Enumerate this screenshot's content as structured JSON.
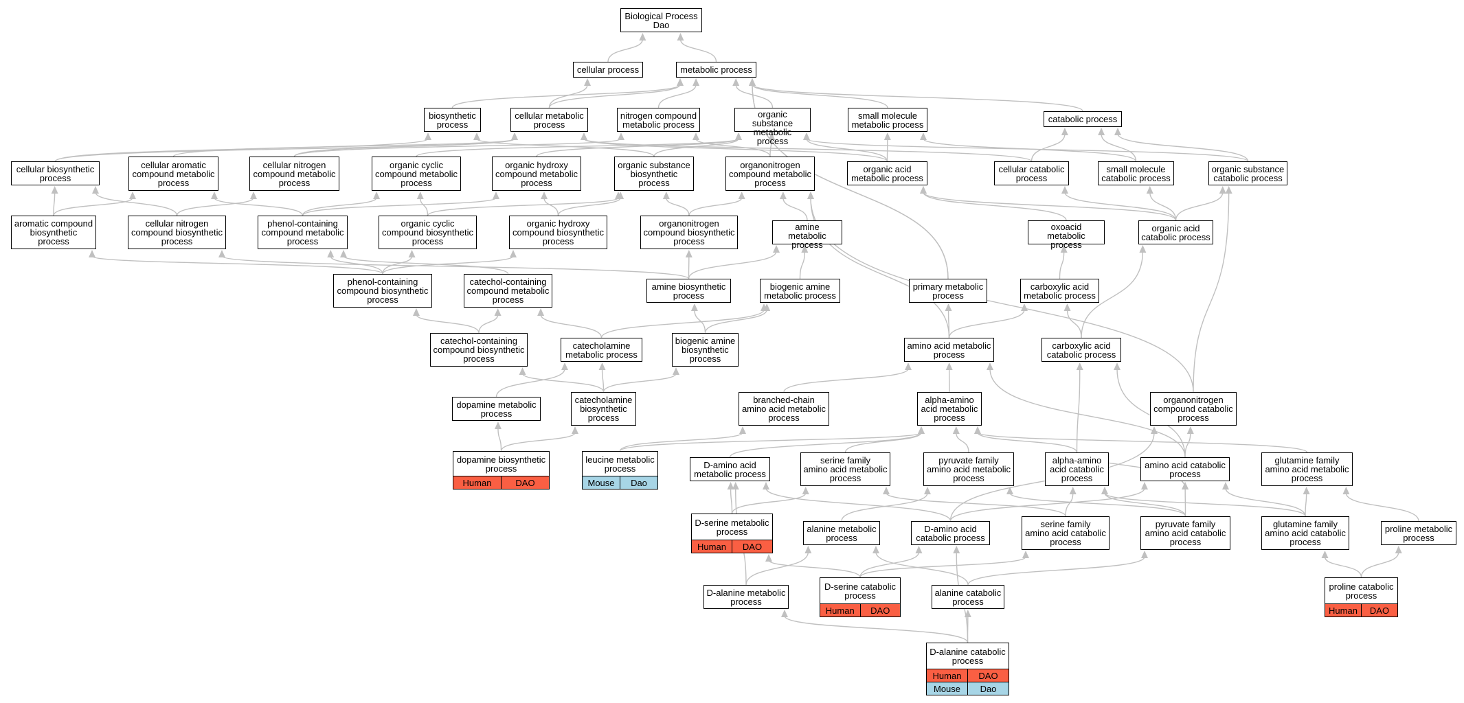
{
  "colors": {
    "edge": "#c0c0c0",
    "human_row": "#fa5f43",
    "mouse_row": "#a7d5e6"
  },
  "nodes": {
    "root": {
      "label": "Biological Process\nDao"
    },
    "cellular_process": {
      "label": "cellular process"
    },
    "metabolic_process": {
      "label": "metabolic process"
    },
    "biosynthetic_process": {
      "label": "biosynthetic\nprocess"
    },
    "cellular_metabolic_process": {
      "label": "cellular metabolic\nprocess"
    },
    "nitrogen_compound_metabolic_process": {
      "label": "nitrogen compound\nmetabolic process"
    },
    "organic_substance_metabolic_process": {
      "label": "organic substance\nmetabolic process"
    },
    "small_molecule_metabolic_process": {
      "label": "small molecule\nmetabolic process"
    },
    "catabolic_process": {
      "label": "catabolic process"
    },
    "cellular_biosynthetic_process": {
      "label": "cellular biosynthetic\nprocess"
    },
    "cellular_aromatic_compound_metabolic_process": {
      "label": "cellular aromatic\ncompound metabolic\nprocess"
    },
    "cellular_nitrogen_compound_metabolic_process": {
      "label": "cellular nitrogen\ncompound metabolic\nprocess"
    },
    "organic_cyclic_compound_metabolic_process": {
      "label": "organic cyclic\ncompound metabolic\nprocess"
    },
    "organic_hydroxy_compound_metabolic_process": {
      "label": "organic hydroxy\ncompound metabolic\nprocess"
    },
    "organic_substance_biosynthetic_process": {
      "label": "organic substance\nbiosynthetic\nprocess"
    },
    "organonitrogen_compound_metabolic_process": {
      "label": "organonitrogen\ncompound metabolic\nprocess"
    },
    "organic_acid_metabolic_process": {
      "label": "organic acid\nmetabolic process"
    },
    "cellular_catabolic_process": {
      "label": "cellular catabolic\nprocess"
    },
    "small_molecule_catabolic_process": {
      "label": "small molecule\ncatabolic process"
    },
    "organic_substance_catabolic_process": {
      "label": "organic substance\ncatabolic process"
    },
    "aromatic_compound_biosynthetic_process": {
      "label": "aromatic compound\nbiosynthetic\nprocess"
    },
    "cellular_nitrogen_compound_biosynthetic_process": {
      "label": "cellular nitrogen\ncompound biosynthetic\nprocess"
    },
    "phenol_containing_compound_metabolic_process": {
      "label": "phenol-containing\ncompound metabolic\nprocess"
    },
    "organic_cyclic_compound_biosynthetic_process": {
      "label": "organic cyclic\ncompound biosynthetic\nprocess"
    },
    "organic_hydroxy_compound_biosynthetic_process": {
      "label": "organic hydroxy\ncompound biosynthetic\nprocess"
    },
    "organonitrogen_compound_biosynthetic_process": {
      "label": "organonitrogen\ncompound biosynthetic\nprocess"
    },
    "amine_metabolic_process": {
      "label": "amine metabolic\nprocess"
    },
    "oxoacid_metabolic_process": {
      "label": "oxoacid metabolic\nprocess"
    },
    "organic_acid_catabolic_process": {
      "label": "organic acid\ncatabolic process"
    },
    "phenol_containing_compound_biosynthetic_process": {
      "label": "phenol-containing\ncompound biosynthetic\nprocess"
    },
    "catechol_containing_compound_metabolic_process": {
      "label": "catechol-containing\ncompound metabolic\nprocess"
    },
    "amine_biosynthetic_process": {
      "label": "amine biosynthetic\nprocess"
    },
    "biogenic_amine_metabolic_process": {
      "label": "biogenic amine\nmetabolic process"
    },
    "primary_metabolic_process": {
      "label": "primary metabolic\nprocess"
    },
    "carboxylic_acid_metabolic_process": {
      "label": "carboxylic acid\nmetabolic process"
    },
    "catechol_containing_compound_biosynthetic_process": {
      "label": "catechol-containing\ncompound biosynthetic\nprocess"
    },
    "catecholamine_metabolic_process": {
      "label": "catecholamine\nmetabolic process"
    },
    "biogenic_amine_biosynthetic_process": {
      "label": "biogenic amine\nbiosynthetic\nprocess"
    },
    "amino_acid_metabolic_process": {
      "label": "amino acid metabolic\nprocess"
    },
    "carboxylic_acid_catabolic_process": {
      "label": "carboxylic acid\ncatabolic process"
    },
    "dopamine_metabolic_process": {
      "label": "dopamine metabolic\nprocess"
    },
    "catecholamine_biosynthetic_process": {
      "label": "catecholamine\nbiosynthetic\nprocess"
    },
    "branched_chain_amino_acid_metabolic_process": {
      "label": "branched-chain\namino acid metabolic\nprocess"
    },
    "alpha_amino_acid_metabolic_process": {
      "label": "alpha-amino\nacid metabolic\nprocess"
    },
    "organonitrogen_compound_catabolic_process": {
      "label": "organonitrogen\ncompound catabolic\nprocess"
    },
    "dopamine_biosynthetic_process": {
      "label": "dopamine biosynthetic\nprocess",
      "annotations": [
        {
          "species": "Human",
          "gene": "DAO"
        }
      ]
    },
    "leucine_metabolic_process": {
      "label": "leucine metabolic\nprocess",
      "annotations": [
        {
          "species": "Mouse",
          "gene": "Dao"
        }
      ]
    },
    "d_amino_acid_metabolic_process": {
      "label": "D-amino acid\nmetabolic process"
    },
    "serine_family_amino_acid_metabolic_process": {
      "label": "serine family\namino acid metabolic\nprocess"
    },
    "pyruvate_family_amino_acid_metabolic_process": {
      "label": "pyruvate family\namino acid metabolic\nprocess"
    },
    "alpha_amino_acid_catabolic_process": {
      "label": "alpha-amino\nacid catabolic\nprocess"
    },
    "amino_acid_catabolic_process": {
      "label": "amino acid catabolic\nprocess"
    },
    "glutamine_family_amino_acid_metabolic_process": {
      "label": "glutamine family\namino acid metabolic\nprocess"
    },
    "d_serine_metabolic_process": {
      "label": "D-serine metabolic\nprocess",
      "annotations": [
        {
          "species": "Human",
          "gene": "DAO"
        }
      ]
    },
    "alanine_metabolic_process": {
      "label": "alanine metabolic\nprocess"
    },
    "d_amino_acid_catabolic_process": {
      "label": "D-amino acid\ncatabolic process"
    },
    "serine_family_amino_acid_catabolic_process": {
      "label": "serine family\namino acid catabolic\nprocess"
    },
    "pyruvate_family_amino_acid_catabolic_process": {
      "label": "pyruvate family\namino acid catabolic\nprocess"
    },
    "glutamine_family_amino_acid_catabolic_process": {
      "label": "glutamine family\namino acid catabolic\nprocess"
    },
    "proline_metabolic_process": {
      "label": "proline metabolic\nprocess"
    },
    "d_serine_catabolic_process": {
      "label": "D-serine catabolic\nprocess",
      "annotations": [
        {
          "species": "Human",
          "gene": "DAO"
        }
      ]
    },
    "d_alanine_metabolic_process": {
      "label": "D-alanine metabolic\nprocess"
    },
    "alanine_catabolic_process": {
      "label": "alanine catabolic\nprocess"
    },
    "proline_catabolic_process": {
      "label": "proline catabolic\nprocess",
      "annotations": [
        {
          "species": "Human",
          "gene": "DAO"
        }
      ]
    },
    "d_alanine_catabolic_process": {
      "label": "D-alanine catabolic\nprocess",
      "annotations": [
        {
          "species": "Human",
          "gene": "DAO"
        },
        {
          "species": "Mouse",
          "gene": "Dao"
        }
      ]
    }
  },
  "edges": [
    [
      "cellular_process",
      "root"
    ],
    [
      "metabolic_process",
      "root"
    ],
    [
      "cellular_metabolic_process",
      "cellular_process"
    ],
    [
      "cellular_metabolic_process",
      "metabolic_process"
    ],
    [
      "biosynthetic_process",
      "metabolic_process"
    ],
    [
      "nitrogen_compound_metabolic_process",
      "metabolic_process"
    ],
    [
      "organic_substance_metabolic_process",
      "metabolic_process"
    ],
    [
      "small_molecule_metabolic_process",
      "metabolic_process"
    ],
    [
      "catabolic_process",
      "metabolic_process"
    ],
    [
      "primary_metabolic_process",
      "metabolic_process"
    ],
    [
      "cellular_biosynthetic_process",
      "biosynthetic_process"
    ],
    [
      "cellular_biosynthetic_process",
      "cellular_metabolic_process"
    ],
    [
      "cellular_aromatic_compound_metabolic_process",
      "cellular_metabolic_process"
    ],
    [
      "cellular_nitrogen_compound_metabolic_process",
      "cellular_metabolic_process"
    ],
    [
      "cellular_nitrogen_compound_metabolic_process",
      "nitrogen_compound_metabolic_process"
    ],
    [
      "organic_cyclic_compound_metabolic_process",
      "organic_substance_metabolic_process"
    ],
    [
      "organic_hydroxy_compound_metabolic_process",
      "organic_substance_metabolic_process"
    ],
    [
      "organic_substance_biosynthetic_process",
      "organic_substance_metabolic_process"
    ],
    [
      "organic_substance_biosynthetic_process",
      "biosynthetic_process"
    ],
    [
      "organonitrogen_compound_metabolic_process",
      "organic_substance_metabolic_process"
    ],
    [
      "organonitrogen_compound_metabolic_process",
      "nitrogen_compound_metabolic_process"
    ],
    [
      "organic_acid_metabolic_process",
      "small_molecule_metabolic_process"
    ],
    [
      "organic_acid_metabolic_process",
      "organic_substance_metabolic_process"
    ],
    [
      "organic_acid_metabolic_process",
      "cellular_metabolic_process"
    ],
    [
      "cellular_catabolic_process",
      "catabolic_process"
    ],
    [
      "cellular_catabolic_process",
      "cellular_metabolic_process"
    ],
    [
      "small_molecule_catabolic_process",
      "catabolic_process"
    ],
    [
      "small_molecule_catabolic_process",
      "small_molecule_metabolic_process"
    ],
    [
      "organic_substance_catabolic_process",
      "catabolic_process"
    ],
    [
      "organic_substance_catabolic_process",
      "organic_substance_metabolic_process"
    ],
    [
      "aromatic_compound_biosynthetic_process",
      "cellular_biosynthetic_process"
    ],
    [
      "aromatic_compound_biosynthetic_process",
      "cellular_aromatic_compound_metabolic_process"
    ],
    [
      "cellular_nitrogen_compound_biosynthetic_process",
      "cellular_biosynthetic_process"
    ],
    [
      "cellular_nitrogen_compound_biosynthetic_process",
      "cellular_nitrogen_compound_metabolic_process"
    ],
    [
      "phenol_containing_compound_metabolic_process",
      "cellular_aromatic_compound_metabolic_process"
    ],
    [
      "phenol_containing_compound_metabolic_process",
      "organic_cyclic_compound_metabolic_process"
    ],
    [
      "phenol_containing_compound_metabolic_process",
      "organic_hydroxy_compound_metabolic_process"
    ],
    [
      "organic_cyclic_compound_biosynthetic_process",
      "organic_cyclic_compound_metabolic_process"
    ],
    [
      "organic_cyclic_compound_biosynthetic_process",
      "organic_substance_biosynthetic_process"
    ],
    [
      "organic_hydroxy_compound_biosynthetic_process",
      "organic_hydroxy_compound_metabolic_process"
    ],
    [
      "organic_hydroxy_compound_biosynthetic_process",
      "organic_substance_biosynthetic_process"
    ],
    [
      "organonitrogen_compound_biosynthetic_process",
      "organonitrogen_compound_metabolic_process"
    ],
    [
      "organonitrogen_compound_biosynthetic_process",
      "organic_substance_biosynthetic_process"
    ],
    [
      "amine_metabolic_process",
      "organonitrogen_compound_metabolic_process"
    ],
    [
      "oxoacid_metabolic_process",
      "organic_acid_metabolic_process"
    ],
    [
      "organic_acid_catabolic_process",
      "organic_acid_metabolic_process"
    ],
    [
      "organic_acid_catabolic_process",
      "small_molecule_catabolic_process"
    ],
    [
      "organic_acid_catabolic_process",
      "organic_substance_catabolic_process"
    ],
    [
      "organic_acid_catabolic_process",
      "cellular_catabolic_process"
    ],
    [
      "phenol_containing_compound_biosynthetic_process",
      "aromatic_compound_biosynthetic_process"
    ],
    [
      "phenol_containing_compound_biosynthetic_process",
      "phenol_containing_compound_metabolic_process"
    ],
    [
      "phenol_containing_compound_biosynthetic_process",
      "organic_cyclic_compound_biosynthetic_process"
    ],
    [
      "phenol_containing_compound_biosynthetic_process",
      "organic_hydroxy_compound_biosynthetic_process"
    ],
    [
      "catechol_containing_compound_metabolic_process",
      "phenol_containing_compound_metabolic_process"
    ],
    [
      "amine_biosynthetic_process",
      "amine_metabolic_process"
    ],
    [
      "amine_biosynthetic_process",
      "organonitrogen_compound_biosynthetic_process"
    ],
    [
      "amine_biosynthetic_process",
      "cellular_nitrogen_compound_biosynthetic_process"
    ],
    [
      "biogenic_amine_metabolic_process",
      "amine_metabolic_process"
    ],
    [
      "primary_metabolic_process",
      "metabolic_process"
    ],
    [
      "carboxylic_acid_metabolic_process",
      "oxoacid_metabolic_process"
    ],
    [
      "catechol_containing_compound_biosynthetic_process",
      "catechol_containing_compound_metabolic_process"
    ],
    [
      "catechol_containing_compound_biosynthetic_process",
      "phenol_containing_compound_biosynthetic_process"
    ],
    [
      "catecholamine_metabolic_process",
      "catechol_containing_compound_metabolic_process"
    ],
    [
      "catecholamine_metabolic_process",
      "biogenic_amine_metabolic_process"
    ],
    [
      "biogenic_amine_biosynthetic_process",
      "biogenic_amine_metabolic_process"
    ],
    [
      "biogenic_amine_biosynthetic_process",
      "amine_biosynthetic_process"
    ],
    [
      "amino_acid_metabolic_process",
      "primary_metabolic_process"
    ],
    [
      "amino_acid_metabolic_process",
      "carboxylic_acid_metabolic_process"
    ],
    [
      "amino_acid_metabolic_process",
      "organonitrogen_compound_metabolic_process"
    ],
    [
      "carboxylic_acid_catabolic_process",
      "carboxylic_acid_metabolic_process"
    ],
    [
      "carboxylic_acid_catabolic_process",
      "organic_acid_catabolic_process"
    ],
    [
      "dopamine_metabolic_process",
      "catecholamine_metabolic_process"
    ],
    [
      "catecholamine_biosynthetic_process",
      "catecholamine_metabolic_process"
    ],
    [
      "catecholamine_biosynthetic_process",
      "biogenic_amine_biosynthetic_process"
    ],
    [
      "catecholamine_biosynthetic_process",
      "catechol_containing_compound_biosynthetic_process"
    ],
    [
      "branched_chain_amino_acid_metabolic_process",
      "amino_acid_metabolic_process"
    ],
    [
      "alpha_amino_acid_metabolic_process",
      "amino_acid_metabolic_process"
    ],
    [
      "organonitrogen_compound_catabolic_process",
      "organonitrogen_compound_metabolic_process"
    ],
    [
      "organonitrogen_compound_catabolic_process",
      "organic_substance_catabolic_process"
    ],
    [
      "dopamine_biosynthetic_process",
      "dopamine_metabolic_process"
    ],
    [
      "dopamine_biosynthetic_process",
      "catecholamine_biosynthetic_process"
    ],
    [
      "leucine_metabolic_process",
      "branched_chain_amino_acid_metabolic_process"
    ],
    [
      "leucine_metabolic_process",
      "alpha_amino_acid_metabolic_process"
    ],
    [
      "d_amino_acid_metabolic_process",
      "alpha_amino_acid_metabolic_process"
    ],
    [
      "serine_family_amino_acid_metabolic_process",
      "alpha_amino_acid_metabolic_process"
    ],
    [
      "pyruvate_family_amino_acid_metabolic_process",
      "alpha_amino_acid_metabolic_process"
    ],
    [
      "alpha_amino_acid_catabolic_process",
      "alpha_amino_acid_metabolic_process"
    ],
    [
      "alpha_amino_acid_catabolic_process",
      "amino_acid_catabolic_process"
    ],
    [
      "alpha_amino_acid_catabolic_process",
      "carboxylic_acid_catabolic_process"
    ],
    [
      "amino_acid_catabolic_process",
      "amino_acid_metabolic_process"
    ],
    [
      "amino_acid_catabolic_process",
      "organonitrogen_compound_catabolic_process"
    ],
    [
      "amino_acid_catabolic_process",
      "carboxylic_acid_catabolic_process"
    ],
    [
      "glutamine_family_amino_acid_metabolic_process",
      "alpha_amino_acid_metabolic_process"
    ],
    [
      "d_serine_metabolic_process",
      "d_amino_acid_metabolic_process"
    ],
    [
      "d_serine_metabolic_process",
      "serine_family_amino_acid_metabolic_process"
    ],
    [
      "alanine_metabolic_process",
      "pyruvate_family_amino_acid_metabolic_process"
    ],
    [
      "d_amino_acid_catabolic_process",
      "d_amino_acid_metabolic_process"
    ],
    [
      "d_amino_acid_catabolic_process",
      "amino_acid_catabolic_process"
    ],
    [
      "d_amino_acid_catabolic_process",
      "organonitrogen_compound_catabolic_process"
    ],
    [
      "serine_family_amino_acid_catabolic_process",
      "serine_family_amino_acid_metabolic_process"
    ],
    [
      "serine_family_amino_acid_catabolic_process",
      "alpha_amino_acid_catabolic_process"
    ],
    [
      "pyruvate_family_amino_acid_catabolic_process",
      "pyruvate_family_amino_acid_metabolic_process"
    ],
    [
      "pyruvate_family_amino_acid_catabolic_process",
      "alpha_amino_acid_catabolic_process"
    ],
    [
      "pyruvate_family_amino_acid_catabolic_process",
      "amino_acid_catabolic_process"
    ],
    [
      "glutamine_family_amino_acid_catabolic_process",
      "glutamine_family_amino_acid_metabolic_process"
    ],
    [
      "glutamine_family_amino_acid_catabolic_process",
      "alpha_amino_acid_catabolic_process"
    ],
    [
      "glutamine_family_amino_acid_catabolic_process",
      "amino_acid_catabolic_process"
    ],
    [
      "proline_metabolic_process",
      "glutamine_family_amino_acid_metabolic_process"
    ],
    [
      "d_serine_catabolic_process",
      "d_serine_metabolic_process"
    ],
    [
      "d_serine_catabolic_process",
      "d_amino_acid_catabolic_process"
    ],
    [
      "d_serine_catabolic_process",
      "serine_family_amino_acid_catabolic_process"
    ],
    [
      "d_alanine_metabolic_process",
      "alanine_metabolic_process"
    ],
    [
      "d_alanine_metabolic_process",
      "d_amino_acid_metabolic_process"
    ],
    [
      "alanine_catabolic_process",
      "alanine_metabolic_process"
    ],
    [
      "alanine_catabolic_process",
      "pyruvate_family_amino_acid_catabolic_process"
    ],
    [
      "proline_catabolic_process",
      "proline_metabolic_process"
    ],
    [
      "proline_catabolic_process",
      "glutamine_family_amino_acid_catabolic_process"
    ],
    [
      "d_alanine_catabolic_process",
      "alanine_catabolic_process"
    ],
    [
      "d_alanine_catabolic_process",
      "d_alanine_metabolic_process"
    ],
    [
      "d_alanine_catabolic_process",
      "d_amino_acid_catabolic_process"
    ]
  ]
}
